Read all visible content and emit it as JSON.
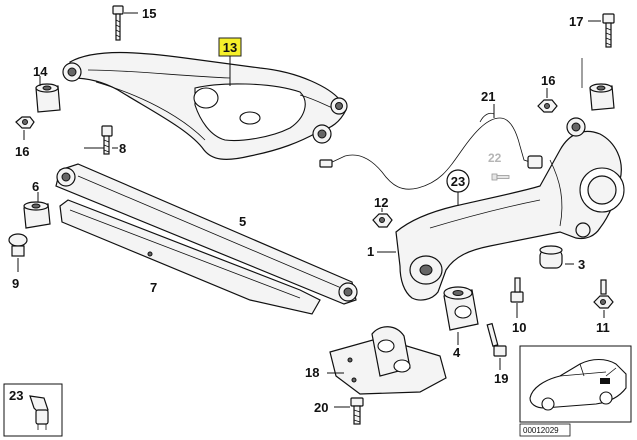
{
  "labels": {
    "p1": "1",
    "p3": "3",
    "p4": "4",
    "p5": "5",
    "p6": "6",
    "p7": "7",
    "p8": "8",
    "p9": "9",
    "p10": "10",
    "p11": "11",
    "p12": "12",
    "p13": "13",
    "p14": "14",
    "p15": "15",
    "p16a": "16",
    "p16b": "16",
    "p17": "17",
    "p18": "18",
    "p19": "19",
    "p20": "20",
    "p21": "21",
    "p22": "22",
    "p23a": "23",
    "p23b": "23"
  },
  "highlighted_part": "13",
  "inactive_part": "22",
  "diagram_code": "00012029",
  "icons": [
    "car-location-icon",
    "clip-icon"
  ]
}
